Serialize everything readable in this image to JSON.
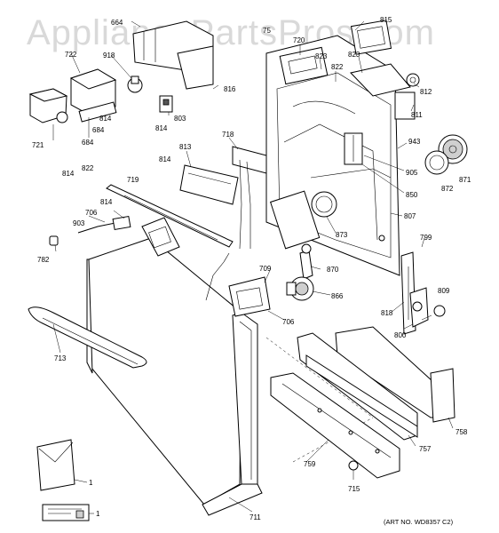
{
  "watermark": "AppliancePartsPros.com",
  "art_number": "(ART NO. WD8357 C2)",
  "callouts": [
    {
      "id": "c664",
      "text": "664"
    },
    {
      "id": "c815",
      "text": "815"
    },
    {
      "id": "c722",
      "text": "722"
    },
    {
      "id": "c918",
      "text": "918"
    },
    {
      "id": "c720",
      "text": "720"
    },
    {
      "id": "c823a",
      "text": "823"
    },
    {
      "id": "c822a",
      "text": "822"
    },
    {
      "id": "c823b",
      "text": "823"
    },
    {
      "id": "c812",
      "text": "812"
    },
    {
      "id": "c816",
      "text": "816"
    },
    {
      "id": "c803",
      "text": "803"
    },
    {
      "id": "c814a",
      "text": "814"
    },
    {
      "id": "c814b",
      "text": "814"
    },
    {
      "id": "c684a",
      "text": "684"
    },
    {
      "id": "c684b",
      "text": "684"
    },
    {
      "id": "c721",
      "text": "721"
    },
    {
      "id": "c811",
      "text": "811"
    },
    {
      "id": "c718",
      "text": "718"
    },
    {
      "id": "c813",
      "text": "813"
    },
    {
      "id": "c814c",
      "text": "814"
    },
    {
      "id": "c943",
      "text": "943"
    },
    {
      "id": "c822b",
      "text": "822"
    },
    {
      "id": "c814d",
      "text": "814"
    },
    {
      "id": "c905",
      "text": "905"
    },
    {
      "id": "c871",
      "text": "871"
    },
    {
      "id": "c872",
      "text": "872"
    },
    {
      "id": "c850",
      "text": "850"
    },
    {
      "id": "c719",
      "text": "719"
    },
    {
      "id": "c814e",
      "text": "814"
    },
    {
      "id": "c706a",
      "text": "706"
    },
    {
      "id": "c903",
      "text": "903"
    },
    {
      "id": "c807",
      "text": "807"
    },
    {
      "id": "c873",
      "text": "873"
    },
    {
      "id": "c799",
      "text": "799"
    },
    {
      "id": "c782",
      "text": "782"
    },
    {
      "id": "c709",
      "text": "709"
    },
    {
      "id": "c870",
      "text": "870"
    },
    {
      "id": "c809",
      "text": "809"
    },
    {
      "id": "c866",
      "text": "866"
    },
    {
      "id": "c818",
      "text": "818"
    },
    {
      "id": "c706b",
      "text": "706"
    },
    {
      "id": "c800",
      "text": "800"
    },
    {
      "id": "c713",
      "text": "713"
    },
    {
      "id": "c758",
      "text": "758"
    },
    {
      "id": "c757",
      "text": "757"
    },
    {
      "id": "c759",
      "text": "759"
    },
    {
      "id": "c1a",
      "text": "1"
    },
    {
      "id": "c715",
      "text": "715"
    },
    {
      "id": "c1b",
      "text": "1"
    },
    {
      "id": "c711",
      "text": "711"
    },
    {
      "id": "c75",
      "text": "75"
    }
  ]
}
